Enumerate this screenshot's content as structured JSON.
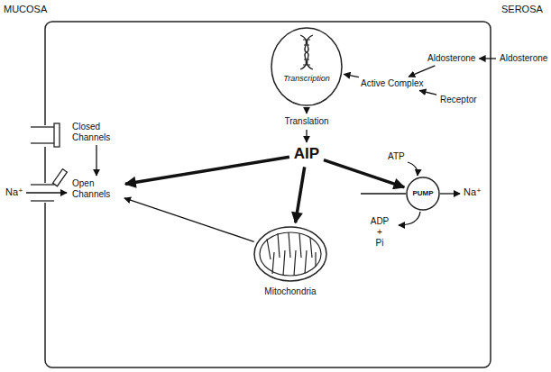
{
  "diagram": {
    "nodes": [
      {
        "text": [
          "Transcription"
        ]
      },
      {
        "text": [
          "Aldosterone"
        ]
      },
      {
        "text": [
          "Aldosterone"
        ]
      },
      {
        "text": [
          "Receptor"
        ]
      },
      {
        "text": [
          "Active Complex"
        ]
      },
      {
        "text": [
          "Translation"
        ]
      },
      {
        "text": [
          "AIP"
        ]
      },
      {
        "text": [
          "Closed Channels"
        ]
      },
      {
        "text": [
          "Open Channels"
        ]
      },
      {
        "text": [
          "Mitochondria"
        ]
      },
      {
        "text": [
          "PUMP"
        ]
      }
    ],
    "edges": [
      {
        "from": 1,
        "to": 2,
        "arrow": "to"
      },
      {
        "from": 2,
        "to": 4,
        "arrow": "to"
      },
      {
        "from": 3,
        "to": 4,
        "arrow": "to"
      },
      {
        "from": 4,
        "to": 0,
        "arrow": "to"
      },
      {
        "from": 0,
        "to": 5,
        "arrow": "to"
      },
      {
        "from": 5,
        "to": 6,
        "arrow": "to"
      },
      {
        "from": 6,
        "to": 8,
        "arrow": "to"
      },
      {
        "from": 6,
        "to": 9,
        "arrow": "to"
      },
      {
        "from": 6,
        "to": 10,
        "arrow": "to"
      },
      {
        "from": 9,
        "to": 8,
        "arrow": "to"
      },
      {
        "from": 7,
        "to": 8,
        "arrow": "to"
      }
    ],
    "labels": [
      "MUCOSA",
      "SEROSA",
      "Na⁺",
      "ATP",
      "ADP + Pi",
      "Na⁺"
    ]
  }
}
